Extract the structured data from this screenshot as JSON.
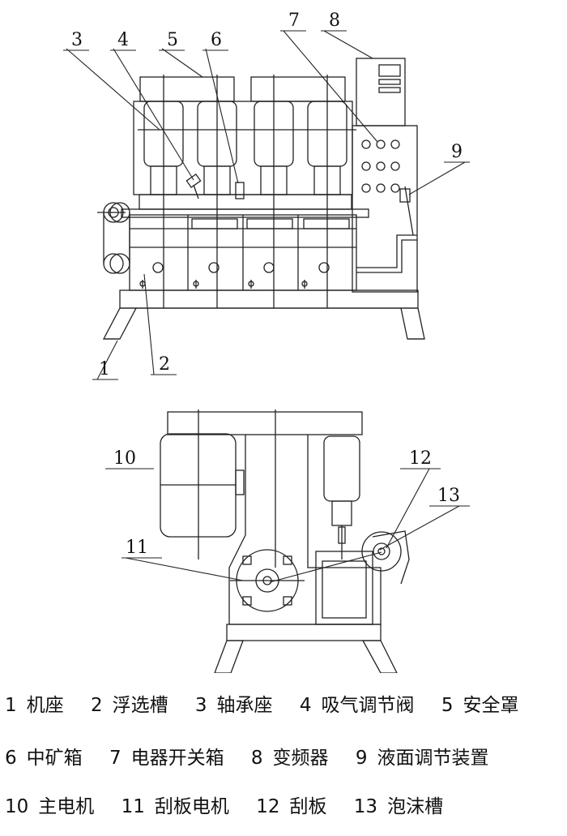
{
  "callouts": [
    "1",
    "2",
    "3",
    "4",
    "5",
    "6",
    "7",
    "8",
    "9",
    "10",
    "11",
    "12",
    "13"
  ],
  "legend": [
    [
      {
        "n": "1",
        "label": "机座"
      },
      {
        "n": "2",
        "label": "浮选槽"
      },
      {
        "n": "3",
        "label": "轴承座"
      },
      {
        "n": "4",
        "label": "吸气调节阀"
      },
      {
        "n": "5",
        "label": "安全罩"
      }
    ],
    [
      {
        "n": "6",
        "label": "中矿箱"
      },
      {
        "n": "7",
        "label": "电器开关箱"
      },
      {
        "n": "8",
        "label": "变频器"
      },
      {
        "n": "9",
        "label": "液面调节装置"
      }
    ],
    [
      {
        "n": "10",
        "label": "主电机"
      },
      {
        "n": "11",
        "label": "刮板电机"
      },
      {
        "n": "12",
        "label": "刮板"
      },
      {
        "n": "13",
        "label": "泡沫槽"
      }
    ]
  ]
}
